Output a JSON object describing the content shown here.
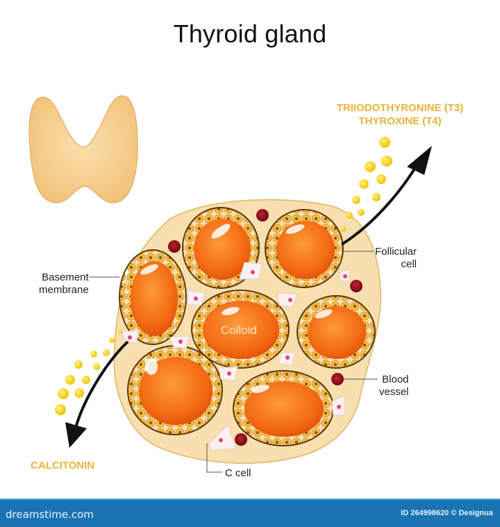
{
  "diagram": {
    "title": "Thyroid gland",
    "hormones": {
      "top_line1": "TRIIODOTHYRONINE (T3)",
      "top_line2": "THYROXINE (T4)",
      "bottom": "CALCITONIN"
    },
    "labels": {
      "basement_membrane_1": "Basement",
      "basement_membrane_2": "membrane",
      "follicular_cell_1": "Follicular",
      "follicular_cell_2": "cell",
      "blood_vessel_1": "Blood",
      "blood_vessel_2": "vessel",
      "c_cell": "C cell",
      "colloid": "Colloid"
    },
    "colors": {
      "hormone_text": "#e8b43a",
      "hormone_dots": "#f7d21a",
      "colloid": "#f06a14",
      "follicle_cells": "#f5b640",
      "stroma": "#f8dfb0",
      "blood_vessel": "#8a0f1a",
      "c_cell_nucleus": "#e0427a",
      "gland": "#f6cf8a"
    }
  },
  "footer": {
    "brand": "dreamstime.com",
    "credit": "ID 264998620 © Designua"
  }
}
